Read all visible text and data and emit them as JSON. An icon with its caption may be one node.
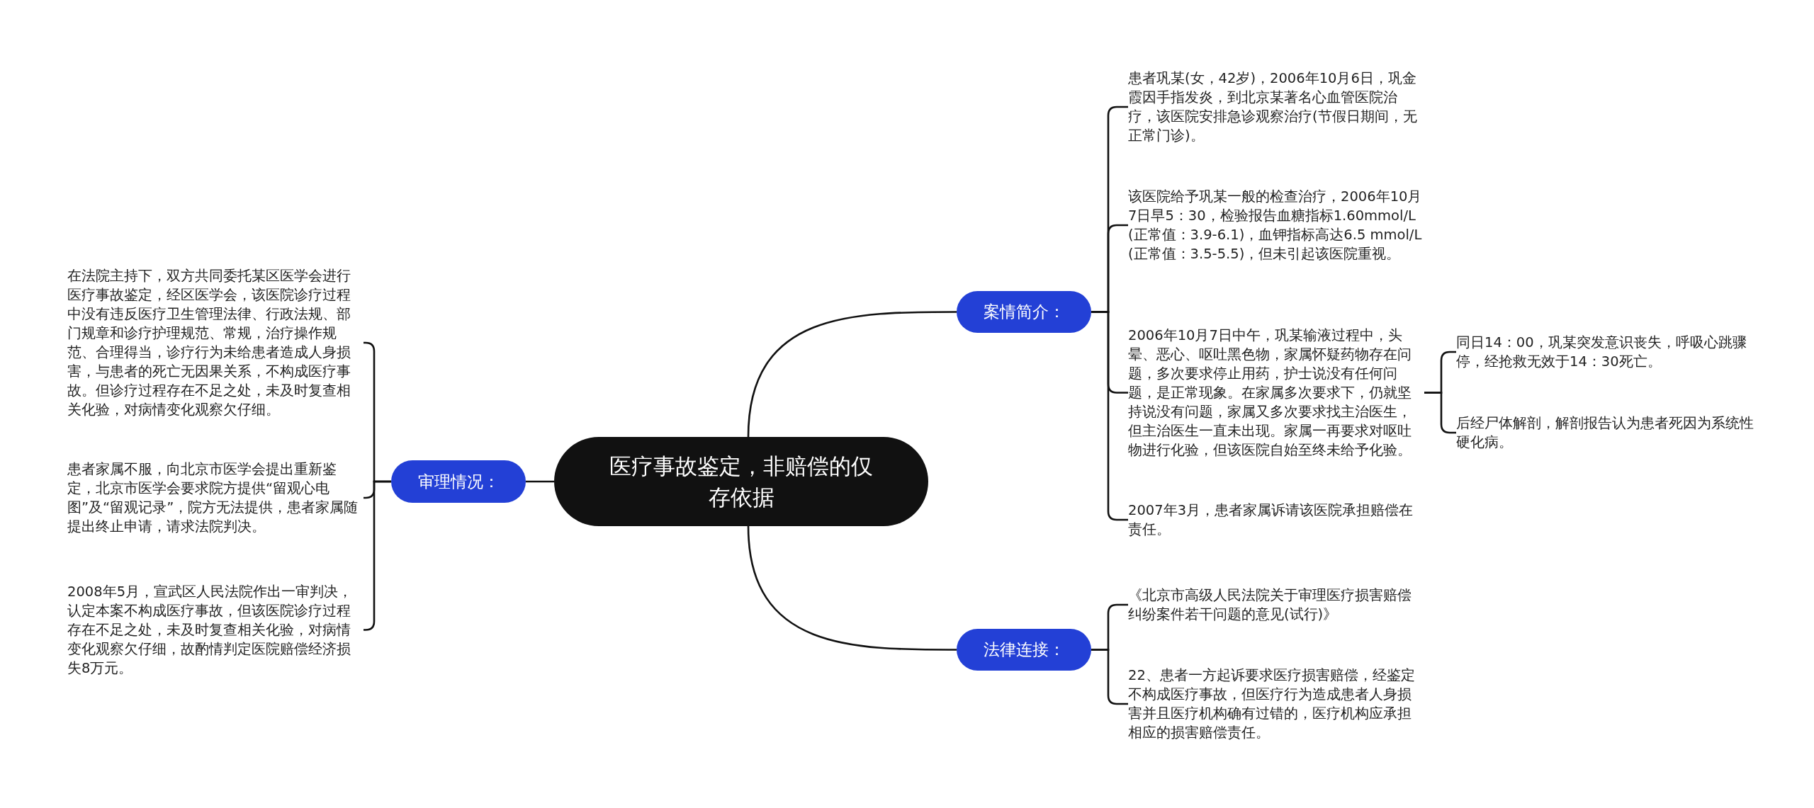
{
  "diagram": {
    "nodes": [
      {
        "text": [
          "医疗事故鉴定，非赔偿的仅存依据"
        ]
      },
      {
        "text": [
          "案情简介："
        ]
      },
      {
        "text": [
          "患者巩某(女，42岁)，2006年10月6日，巩金霞因手指发炎，到北京某著名心血管医院治疗，该医院安排急诊观察治疗(节假日期间，无正常门诊)。"
        ]
      },
      {
        "text": [
          "该医院给予巩某一般的检查治疗，2006年10月7日早5：30，检验报告血糖指标1.60mmol/L(正常值：3.9-6.1)，血钾指标高达6.5 mmol/L(正常值：3.5-5.5)，但未引起该医院重视。"
        ]
      },
      {
        "text": [
          "2006年10月7日中午，巩某输液过程中，头晕、恶心、呕吐黑色物，家属怀疑药物存在问题，多次要求停止用药，护士说没有任何问题，是正常现象。在家属多次要求下，仍就坚持说没有问题，家属又多次要求找主治医生，但主治医生一直未出现。家属一再要求对呕吐物进行化验，但该医院自始至终未给予化验。"
        ]
      },
      {
        "text": [
          "同日14：00，巩某突发意识丧失，呼吸心跳骤停，经抢救无效于14：30死亡。"
        ]
      },
      {
        "text": [
          "后经尸体解剖，解剖报告认为患者死因为系统性硬化病。"
        ]
      },
      {
        "text": [
          "2007年3月，患者家属诉请该医院承担赔偿在责任。"
        ]
      },
      {
        "text": [
          "法律连接："
        ]
      },
      {
        "text": [
          "《北京市高级人民法院关于审理医疗损害赔偿纠纷案件若干问题的意见(试行)》"
        ]
      },
      {
        "text": [
          "22、患者一方起诉要求医疗损害赔偿，经鉴定不构成医疗事故，但医疗行为造成患者人身损害并且医疗机构确有过错的，医疗机构应承担相应的损害赔偿责任。"
        ]
      },
      {
        "text": [
          "审理情况："
        ]
      },
      {
        "text": [
          "在法院主持下，双方共同委托某区医学会进行医疗事故鉴定，经区医学会，该医院诊疗过程中没有违反医疗卫生管理法律、行政法规、部门规章和诊疗护理规范、常规，治疗操作规范、合理得当，诊疗行为未给患者造成人身损害，与患者的死亡无因果关系，不构成医疗事故。但诊疗过程存在不足之处，未及时复查相关化验，对病情变化观察欠仔细。"
        ]
      },
      {
        "text": [
          "患者家属不服，向北京市医学会提出重新鉴定，北京市医学会要求院方提供“留观心电图”及“留观记录”，院方无法提供，患者家属随提出终止申请，请求法院判决。"
        ]
      },
      {
        "text": [
          "2008年5月，宣武区人民法院作出一审判决，认定本案不构成医疗事故，但该医院诊疗过程存在不足之处，未及时复查相关化验，对病情变化观察欠仔细，故酌情判定医院赔偿经济损失8万元。"
        ]
      }
    ],
    "edges": [
      {
        "from": 0,
        "to": 1,
        "arrow": "none"
      },
      {
        "from": 1,
        "to": 2,
        "arrow": "none"
      },
      {
        "from": 1,
        "to": 3,
        "arrow": "none"
      },
      {
        "from": 1,
        "to": 4,
        "arrow": "none"
      },
      {
        "from": 4,
        "to": 5,
        "arrow": "none"
      },
      {
        "from": 4,
        "to": 6,
        "arrow": "none"
      },
      {
        "from": 1,
        "to": 7,
        "arrow": "none"
      },
      {
        "from": 0,
        "to": 8,
        "arrow": "none"
      },
      {
        "from": 8,
        "to": 9,
        "arrow": "none"
      },
      {
        "from": 8,
        "to": 10,
        "arrow": "none"
      },
      {
        "from": 0,
        "to": 11,
        "arrow": "none"
      },
      {
        "from": 11,
        "to": 12,
        "arrow": "none"
      },
      {
        "from": 11,
        "to": 13,
        "arrow": "none"
      },
      {
        "from": 11,
        "to": 14,
        "arrow": "none"
      }
    ]
  }
}
